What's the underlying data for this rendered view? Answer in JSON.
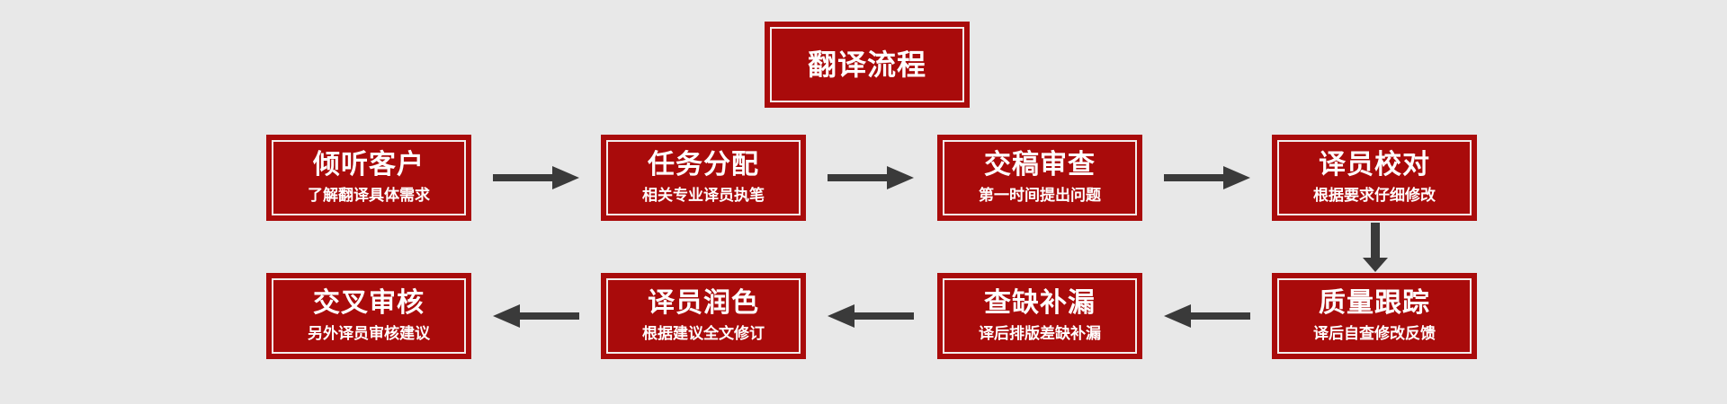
{
  "diagram": {
    "background_color": "#e8e8e8",
    "box_fill_color": "#a90b0b",
    "box_border_color": "#a90b0b",
    "box_inner_line_color": "#f3eceb",
    "text_color": "#ffffff",
    "arrow_color": "#3a3a3a",
    "title_card": {
      "label": "翻译流程"
    },
    "rows": [
      {
        "direction": "left-to-right",
        "nodes": [
          {
            "title": "倾听客户",
            "subtitle": "了解翻译具体需求"
          },
          {
            "title": "任务分配",
            "subtitle": "相关专业译员执笔"
          },
          {
            "title": "交稿审查",
            "subtitle": "第一时间提出问题"
          },
          {
            "title": "译员校对",
            "subtitle": "根据要求仔细修改"
          }
        ]
      },
      {
        "direction": "right-to-left",
        "nodes": [
          {
            "title": "交叉审核",
            "subtitle": "另外译员审核建议"
          },
          {
            "title": "译员润色",
            "subtitle": "根据建议全文修订"
          },
          {
            "title": "查缺补漏",
            "subtitle": "译后排版差缺补漏"
          },
          {
            "title": "质量跟踪",
            "subtitle": "译后自查修改反馈"
          }
        ]
      }
    ],
    "connectors": [
      {
        "name": "arrow-row1-step1-to-step2",
        "direction": "right"
      },
      {
        "name": "arrow-row1-step2-to-step3",
        "direction": "right"
      },
      {
        "name": "arrow-row1-step3-to-step4",
        "direction": "right"
      },
      {
        "name": "arrow-row1-step4-down-to-row2-step4",
        "direction": "down"
      },
      {
        "name": "arrow-row2-step4-to-step3",
        "direction": "left"
      },
      {
        "name": "arrow-row2-step3-to-step2",
        "direction": "left"
      },
      {
        "name": "arrow-row2-step2-to-step1",
        "direction": "left"
      }
    ]
  }
}
